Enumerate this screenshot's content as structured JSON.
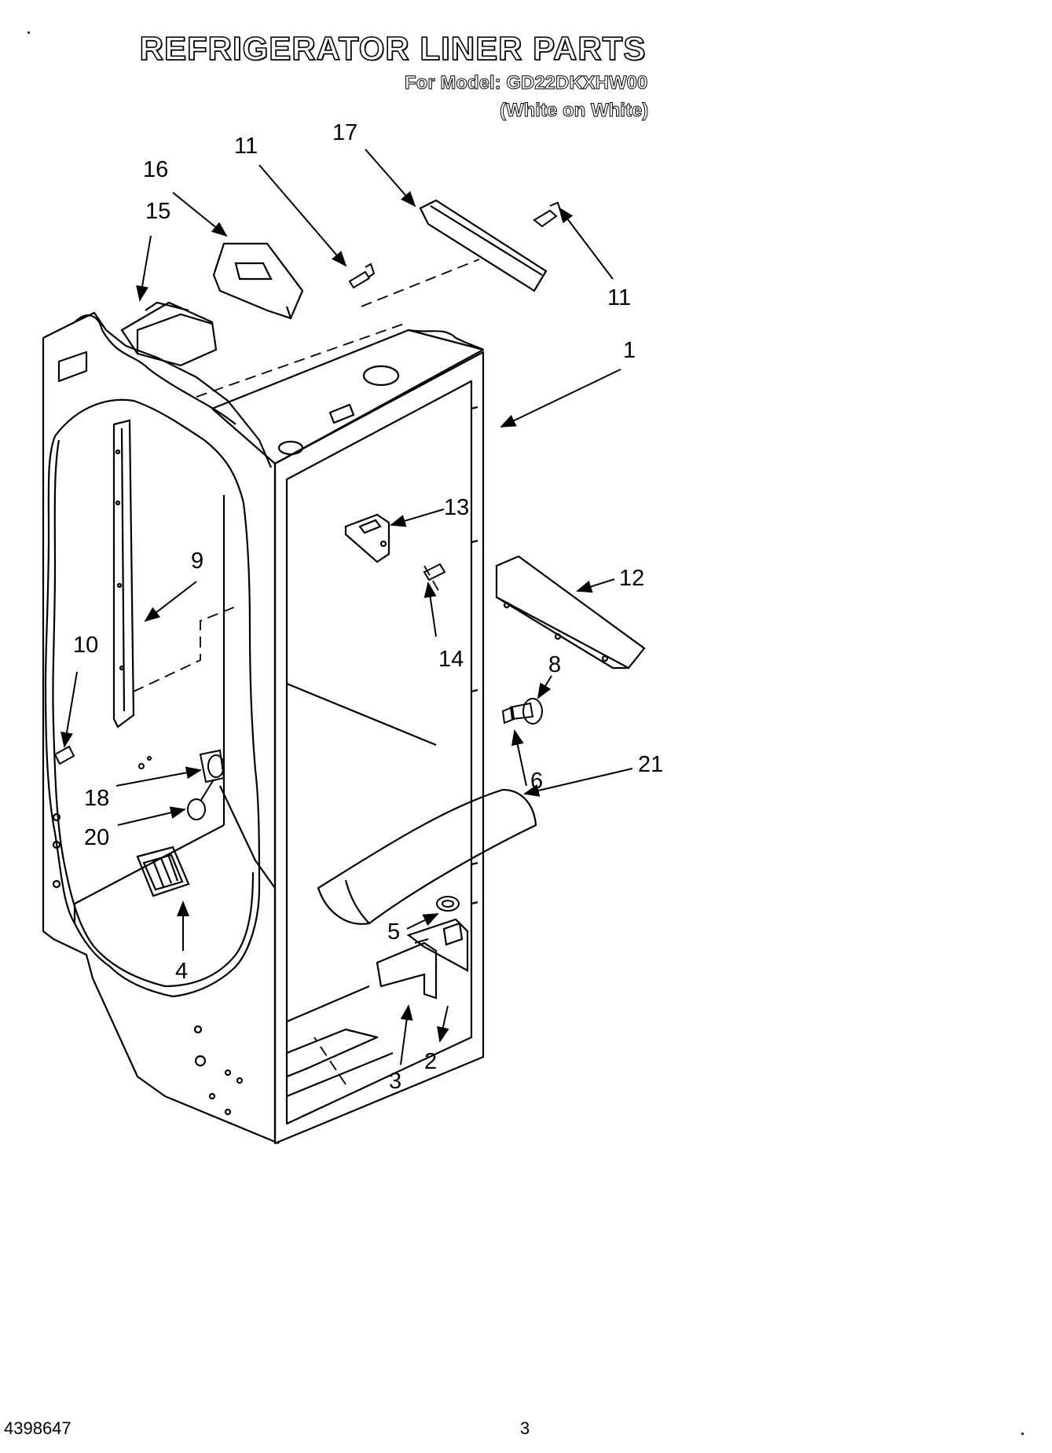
{
  "header": {
    "title": "REFRIGERATOR LINER PARTS",
    "model_line": "For Model: GD22DKXHW00",
    "variant_line": "(White on White)"
  },
  "callouts": [
    "1",
    "2",
    "3",
    "4",
    "5",
    "6",
    "8",
    "9",
    "10",
    "11",
    "11",
    "12",
    "13",
    "14",
    "15",
    "16",
    "17",
    "18",
    "20",
    "21"
  ],
  "footer": {
    "document_number": "4398647",
    "page_number": "3"
  }
}
